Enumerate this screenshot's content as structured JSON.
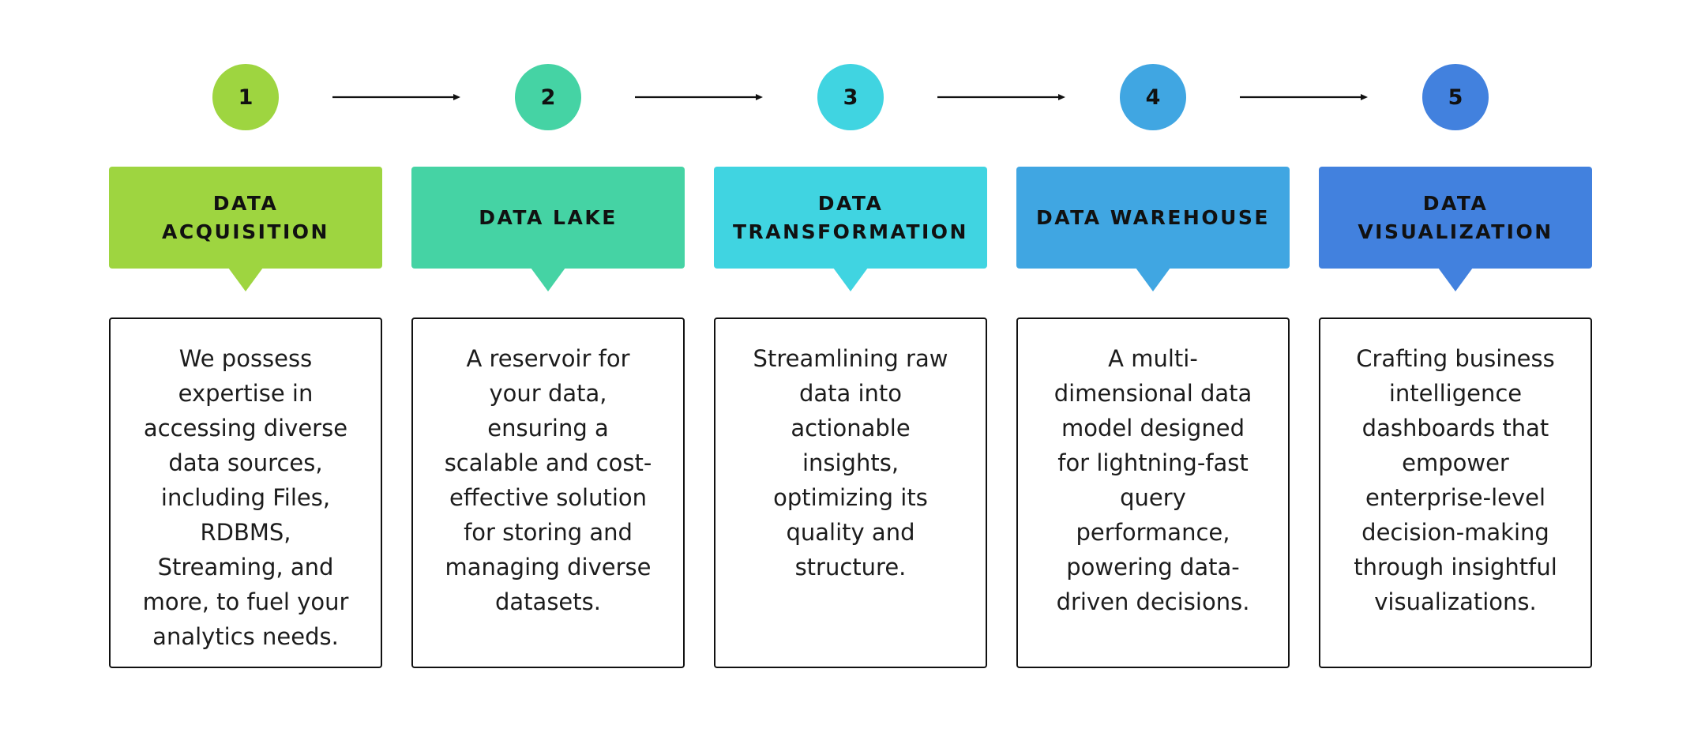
{
  "steps": [
    {
      "number": "1",
      "title": "DATA ACQUISITION",
      "description": "We possess expertise in accessing diverse data sources, including Files, RDBMS, Streaming, and more, to fuel your analytics needs.",
      "color": "#9ED540"
    },
    {
      "number": "2",
      "title": "DATA LAKE",
      "description": "A reservoir for your data, ensuring a scalable and cost-effective solution for storing and managing diverse datasets.",
      "color": "#45D3A4"
    },
    {
      "number": "3",
      "title": "DATA TRANSFORMATION",
      "description": "Streamlining raw data into actionable insights, optimizing its quality and structure.",
      "color": "#40D4E1"
    },
    {
      "number": "4",
      "title": "DATA WAREHOUSE",
      "description": "A multi-dimensional data model designed for lightning-fast query performance, powering data-driven decisions.",
      "color": "#40A6E2"
    },
    {
      "number": "5",
      "title": "DATA VISUALIZATION",
      "description": "Crafting business intelligence dashboards that empower enterprise-level decision-making through insightful visualizations.",
      "color": "#4281DE"
    }
  ],
  "connectors": [
    {
      "from": "1",
      "to": "2",
      "icon": "arrow-right"
    },
    {
      "from": "2",
      "to": "3",
      "icon": "arrow-right"
    },
    {
      "from": "3",
      "to": "4",
      "icon": "arrow-right"
    },
    {
      "from": "4",
      "to": "5",
      "icon": "arrow-right"
    }
  ]
}
